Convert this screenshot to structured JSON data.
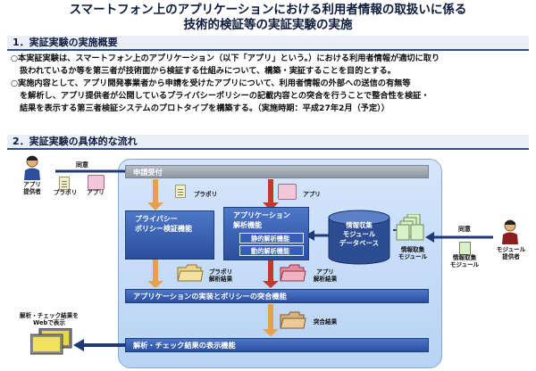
{
  "title": {
    "line1": "スマートフォン上のアプリケーションにおける利用者情報の取扱いに係る",
    "line2": "技術的検証等の実証実験の実施"
  },
  "section1": {
    "heading": "1．実証実験の実施概要",
    "para1_line1": "○本実証実験は、スマートフォン上のアプリケーション（以下「アプリ」という。）における利用者情報が適切に取り",
    "para1_line2": "扱われているか等を第三者が技術面から検証する仕組みについて、構築・実証することを目的とする。",
    "para2_line1": "○実施内容として、アプリ開発事業者から申請を受けたアプリについて、利用者情報の外部への送信の有無等",
    "para2_line2": "を解析し、アプリ提供者が公開しているプライバシーポリシーの記載内容との突合を行うことで整合性を検証・",
    "para2_line3": "結果を表示する第三者検証システムのプロトタイプを構築する。（実施時期：平成27年2月（予定））"
  },
  "section2": {
    "heading": "2．実証実験の具体的な流れ"
  },
  "diagram": {
    "app_provider_line1": "アプリ",
    "app_provider_line2": "提供者",
    "consent_left": "同意",
    "privacy_policy_left": "プラポリ",
    "app_left": "アプリ",
    "application_received": "申請受付",
    "privacy_policy_mid": "プラポリ",
    "app_mid": "アプリ",
    "privacy_check_line1": "プライバシー",
    "privacy_check_line2": "ポリシー検証機能",
    "app_analysis_line1": "アプリケーション",
    "app_analysis_line2": "解析機能",
    "static_analysis": "静的解析機能",
    "dynamic_analysis": "動的解析機能",
    "db_line1": "情報収集",
    "db_line2": "モジュール",
    "db_line3": "データベース",
    "module_mid_line1": "情報取集",
    "module_mid_line2": "モジュール",
    "consent_right": "同意",
    "module_right_line1": "情報取集",
    "module_right_line2": "モジュール",
    "module_provider_line1": "モジュール",
    "module_provider_line2": "提供者",
    "pp_result_line1": "プラポリ",
    "pp_result_line2": "解析結果",
    "app_result_line1": "アプリ",
    "app_result_line2": "解析結果",
    "match_function": "アプリケーションの実装とポリシーの突合機能",
    "match_result": "突合結果",
    "display_function": "解析・チェック結果の表示機能",
    "web_display_line1": "解析・チェック結果を",
    "web_display_line2": "Webで表示"
  },
  "colors": {
    "panel": "#c7dcf7",
    "function_blue": "#3560b3",
    "arrow_red": "#c0392b",
    "arrow_orange": "#e8a04a",
    "arrow_navy": "#1f3a78"
  }
}
